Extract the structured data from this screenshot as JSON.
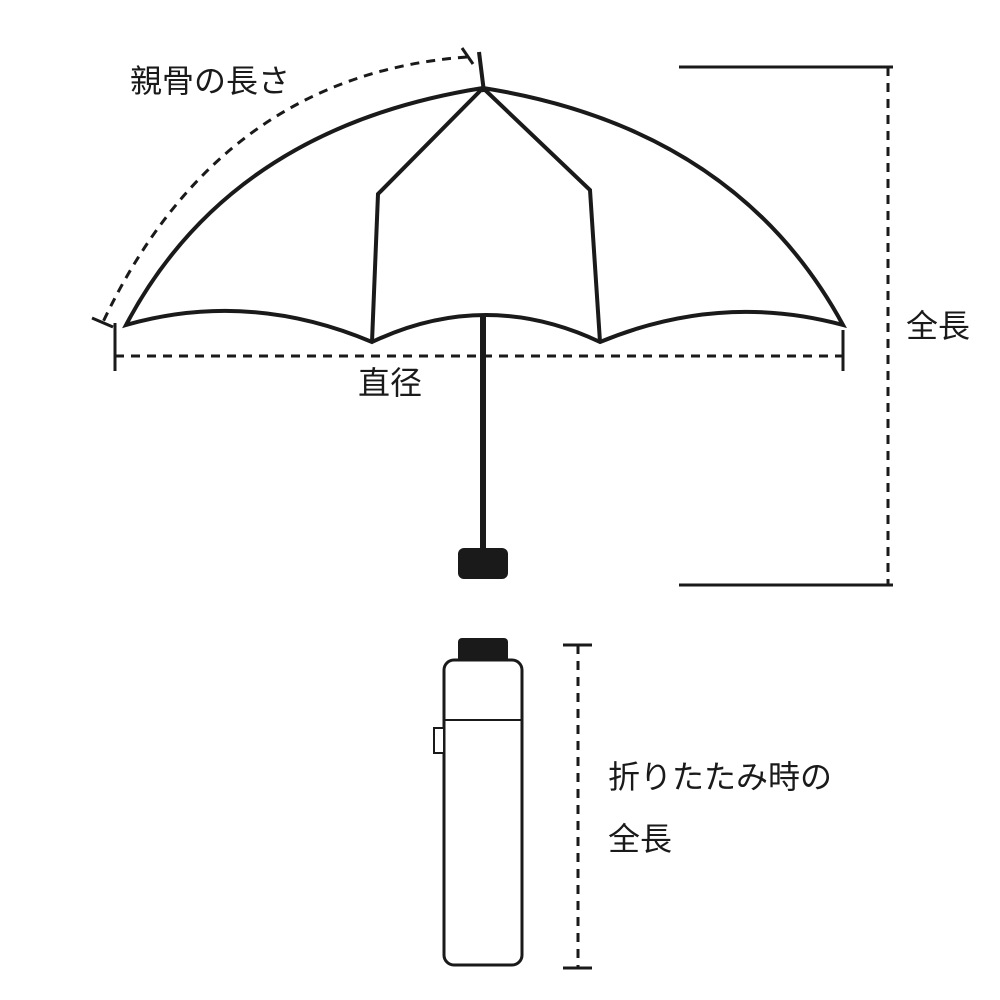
{
  "diagram": {
    "description": "umbrella-dimension-diagram",
    "labels": {
      "rib_length": "親骨の長さ",
      "total_length": "全長",
      "diameter": "直径",
      "folded_length_line1": "折りたたみ時の",
      "folded_length_line2": "全長"
    },
    "colors": {
      "line": "#1a1a1a",
      "background": "#ffffff"
    }
  }
}
